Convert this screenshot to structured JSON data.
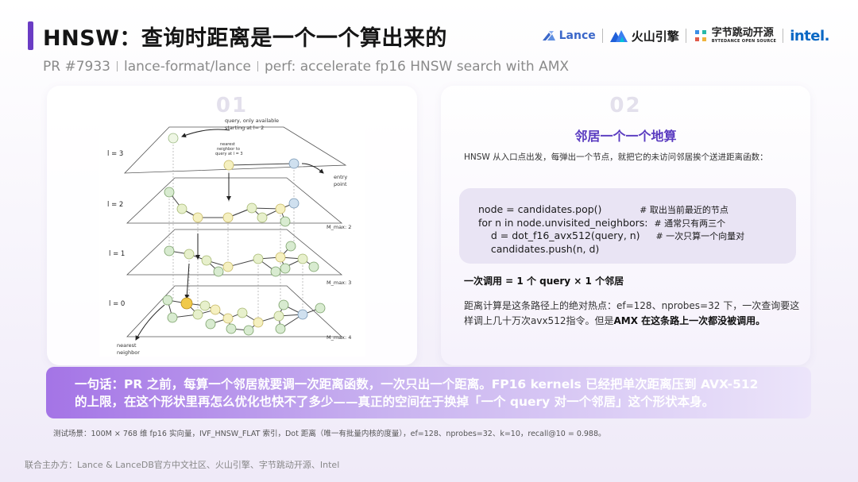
{
  "header": {
    "title": "HNSW：查询时距离是一个一个算出来的",
    "subtitle": {
      "pr": "PR #7933",
      "repo": "lance-format/lance",
      "commit": "perf: accelerate fp16 HNSW search with AMX"
    }
  },
  "logos": {
    "lance": "Lance",
    "volcano": "火山引擎",
    "bytedance_cn": "字节跳动开源",
    "bytedance_en": "BYTEDANCE OPEN SOURCE",
    "intel": "intel."
  },
  "left_card": {
    "number": "01",
    "diagram": {
      "layers": [
        "l = 3",
        "l = 2",
        "l = 1",
        "l = 0"
      ],
      "m_max": [
        "M_max: 2",
        "M_max: 3",
        "M_max: 4"
      ],
      "query_note_1": "query, only available",
      "query_note_2": "starting at l= 2",
      "nearest_note_1": "nearest",
      "nearest_note_2": "neighbor to",
      "nearest_note_3": "query at l = 3",
      "entry_1": "entry",
      "entry_2": "point",
      "bottom_1": "nearest",
      "bottom_2": "neighbor"
    }
  },
  "right_card": {
    "number": "02",
    "heading": "邻居一个一个地算",
    "intro": "HNSW 从入口点出发，每弹出一个节点，就把它的未访问邻居挨个送进距离函数：",
    "code": [
      {
        "code": "node = candidates.pop()            ",
        "comment": "# 取出当前最近的节点"
      },
      {
        "code": "for n in node.unvisited_neighbors:  ",
        "comment": "# 通常只有两三个"
      },
      {
        "code": "    d = dot_f16_avx512(query, n)     ",
        "comment": "# 一次只算一个向量对"
      },
      {
        "code": "    candidates.push(n, d)",
        "comment": ""
      }
    ],
    "call_line": "一次调用 = 1 个 query × 1 个邻居",
    "para_normal": "距离计算是这条路径上的绝对热点：ef=128、nprobes=32 下，一次查询要这样调上几十万次avx512指令。但是",
    "para_bold": "AMX 在这条路上一次都没被调用。"
  },
  "banner": {
    "line1": "一句话：PR 之前，每算一个邻居就要调一次距离函数，一次只出一个距离。FP16 kernels 已经把单次距离压到 AVX-512",
    "line2": "的上限，在这个形状里再怎么优化也快不了多少——真正的空间在于换掉「一个 query 对一个邻居」这个形状本身。"
  },
  "test_note": "测试场景：100M × 768 维 fp16 实向量，IVF_HNSW_FLAT 索引，Dot 距离（唯一有批量内核的度量），ef=128、nprobes=32、k=10，recall@10 = 0.988。",
  "footer": "联合主办方：Lance & LanceDB官方中文社区、火山引擎、字节跳动开源、Intel"
}
